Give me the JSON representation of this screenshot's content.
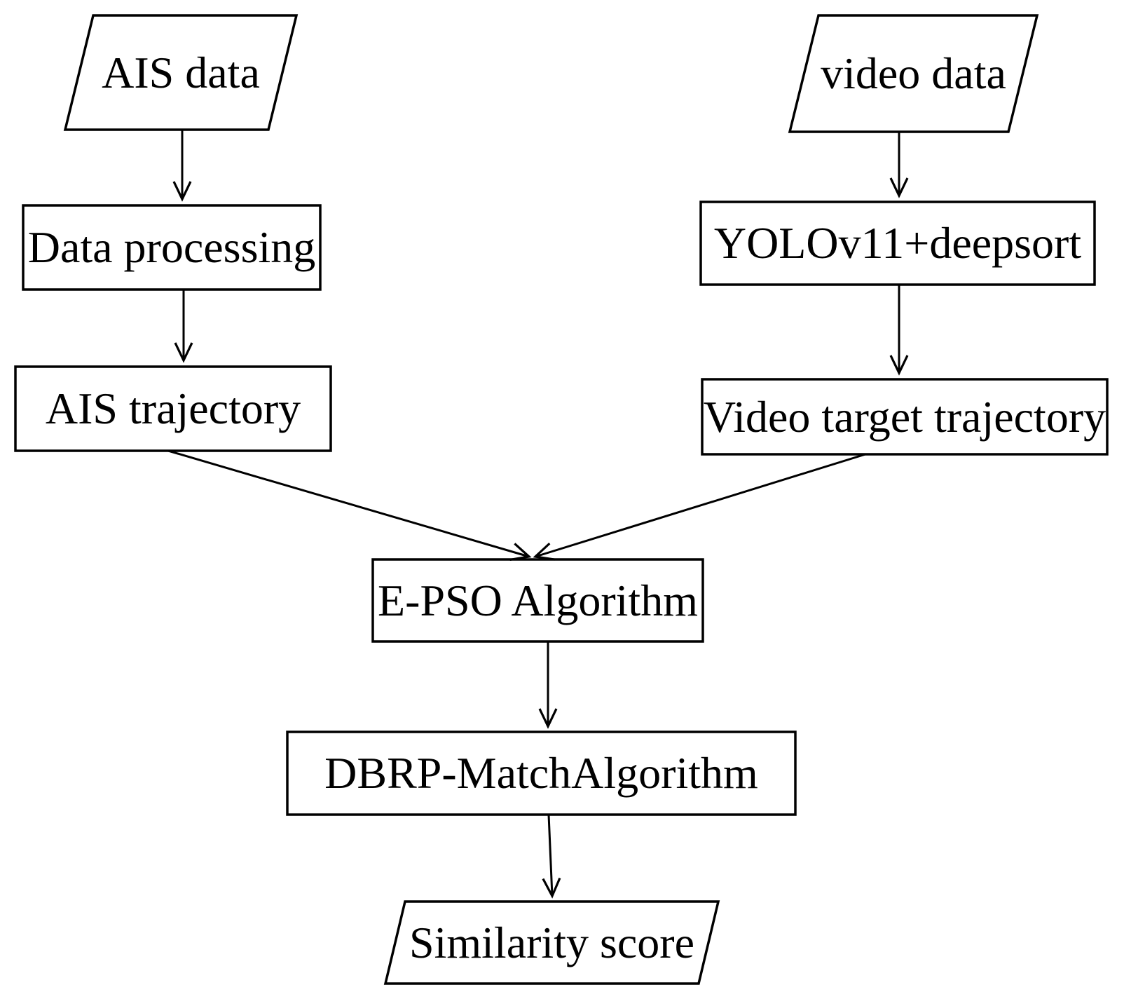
{
  "figure_type": "flowchart",
  "colors": {
    "stroke": "#000000",
    "text": "#000000",
    "background": "#ffffff"
  },
  "nodes": {
    "ais_data": {
      "label": "AIS data",
      "shape": "parallelogram"
    },
    "data_processing": {
      "label": "Data processing",
      "shape": "rectangle"
    },
    "ais_trajectory": {
      "label": "AIS trajectory",
      "shape": "rectangle"
    },
    "video_data": {
      "label": "video data",
      "shape": "parallelogram"
    },
    "yolo_deepsort": {
      "label": "YOLOv11+deepsort",
      "shape": "rectangle"
    },
    "video_target_trajectory": {
      "label": "Video target trajectory",
      "shape": "rectangle"
    },
    "epso": {
      "label": "E-PSO Algorithm",
      "shape": "rectangle"
    },
    "dbrp": {
      "label": "DBRP-MatchAlgorithm",
      "shape": "rectangle"
    },
    "similarity": {
      "label": "Similarity score",
      "shape": "parallelogram"
    }
  },
  "edges": [
    {
      "from": "ais_data",
      "to": "data_processing"
    },
    {
      "from": "data_processing",
      "to": "ais_trajectory"
    },
    {
      "from": "video_data",
      "to": "yolo_deepsort"
    },
    {
      "from": "yolo_deepsort",
      "to": "video_target_trajectory"
    },
    {
      "from": "ais_trajectory",
      "to": "epso"
    },
    {
      "from": "video_target_trajectory",
      "to": "epso"
    },
    {
      "from": "epso",
      "to": "dbrp"
    },
    {
      "from": "dbrp",
      "to": "similarity"
    }
  ]
}
